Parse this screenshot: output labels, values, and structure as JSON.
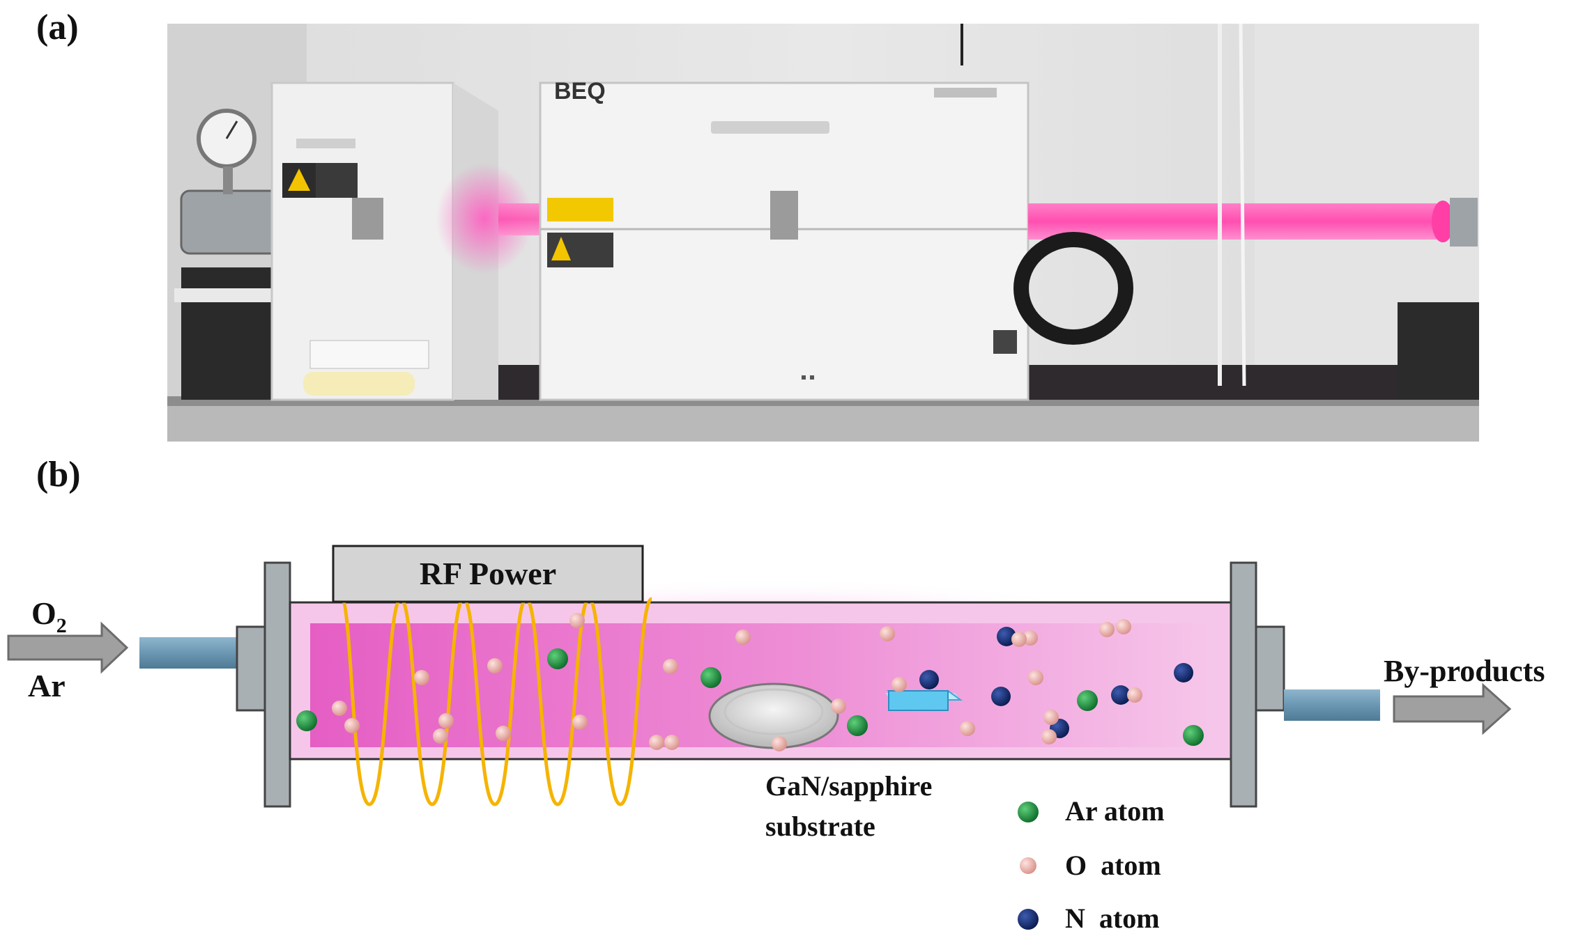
{
  "panels": {
    "a_label": "(a)",
    "b_label": "(b)"
  },
  "photo": {
    "brand_text": "BEQ"
  },
  "diagram": {
    "rf_power_label": "RF Power",
    "input_gas_o2": "O",
    "input_gas_o2_subscript": "2",
    "input_gas_ar": "Ar",
    "output_label": "By-products",
    "substrate_line1": "GaN/sapphire",
    "substrate_line2": "substrate"
  },
  "legend": {
    "items": [
      {
        "label": "Ar atom",
        "color": "#1a8a3a"
      },
      {
        "label": "O  atom",
        "color": "#f2b5b0"
      },
      {
        "label": "N  atom",
        "color": "#142a6e"
      }
    ]
  },
  "colors": {
    "plasma": "#e870c8",
    "coil": "#f5b400",
    "flange": "#a9b0b4",
    "pipe": "#6b97b3",
    "rf_box": "#d4d4d4",
    "arrow": "#a0a0a0",
    "substrate": "#5ec8f0"
  }
}
